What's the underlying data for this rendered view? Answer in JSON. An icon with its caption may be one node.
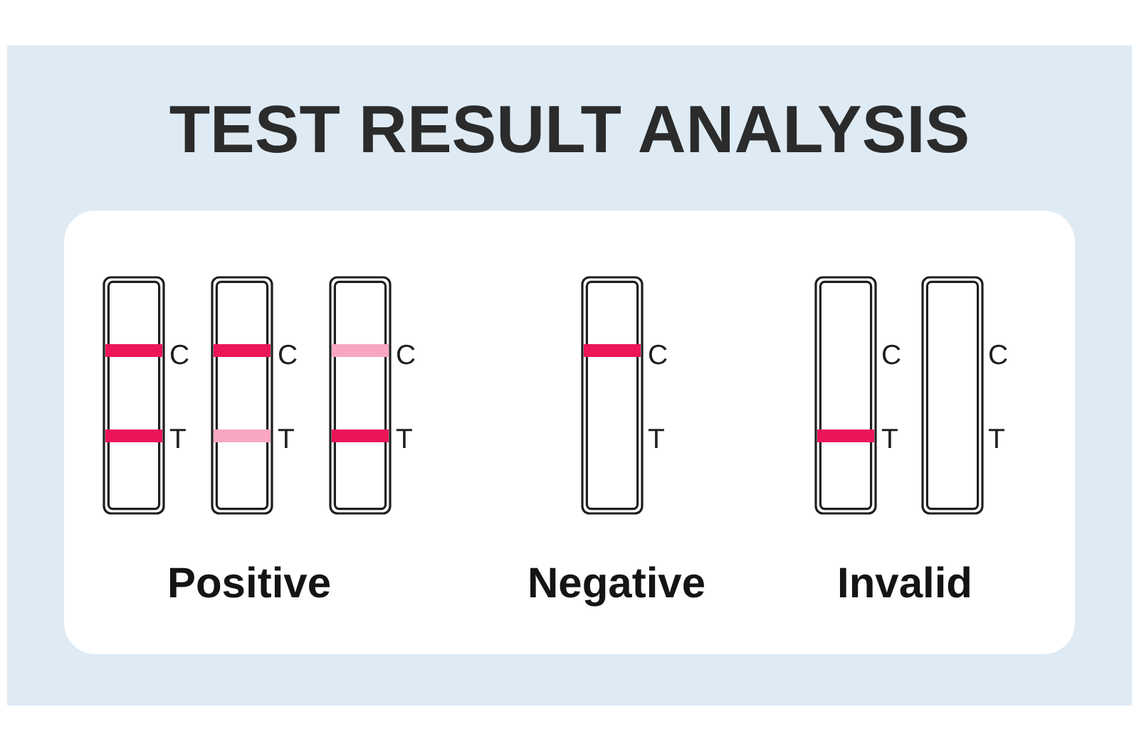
{
  "diagram": {
    "title": "TEST RESULT ANALYSIS",
    "nodes": [
      {
        "text": [],
        "shape": "box",
        "beside": [
          "C",
          "T"
        ]
      },
      {
        "text": [],
        "shape": "bar",
        "in": 0
      },
      {
        "text": [],
        "shape": "bar",
        "in": 0
      },
      {
        "text": [],
        "shape": "box",
        "beside": [
          "C",
          "T"
        ]
      },
      {
        "text": [],
        "shape": "bar",
        "in": 3
      },
      {
        "text": [],
        "shape": "bar",
        "in": 3
      },
      {
        "text": [],
        "shape": "box",
        "beside": [
          "C",
          "T"
        ]
      },
      {
        "text": [],
        "shape": "bar",
        "in": 6
      },
      {
        "text": [],
        "shape": "bar",
        "in": 6
      },
      {
        "text": [],
        "shape": "box",
        "beside": [
          "C",
          "T"
        ]
      },
      {
        "text": [],
        "shape": "bar",
        "in": 9
      },
      {
        "text": [],
        "shape": "box",
        "beside": [
          "C",
          "T"
        ]
      },
      {
        "text": [],
        "shape": "bar",
        "in": 11
      },
      {
        "text": [],
        "shape": "box",
        "beside": [
          "C",
          "T"
        ]
      }
    ],
    "labels": [
      "Positive",
      "Negative",
      "Invalid"
    ]
  }
}
